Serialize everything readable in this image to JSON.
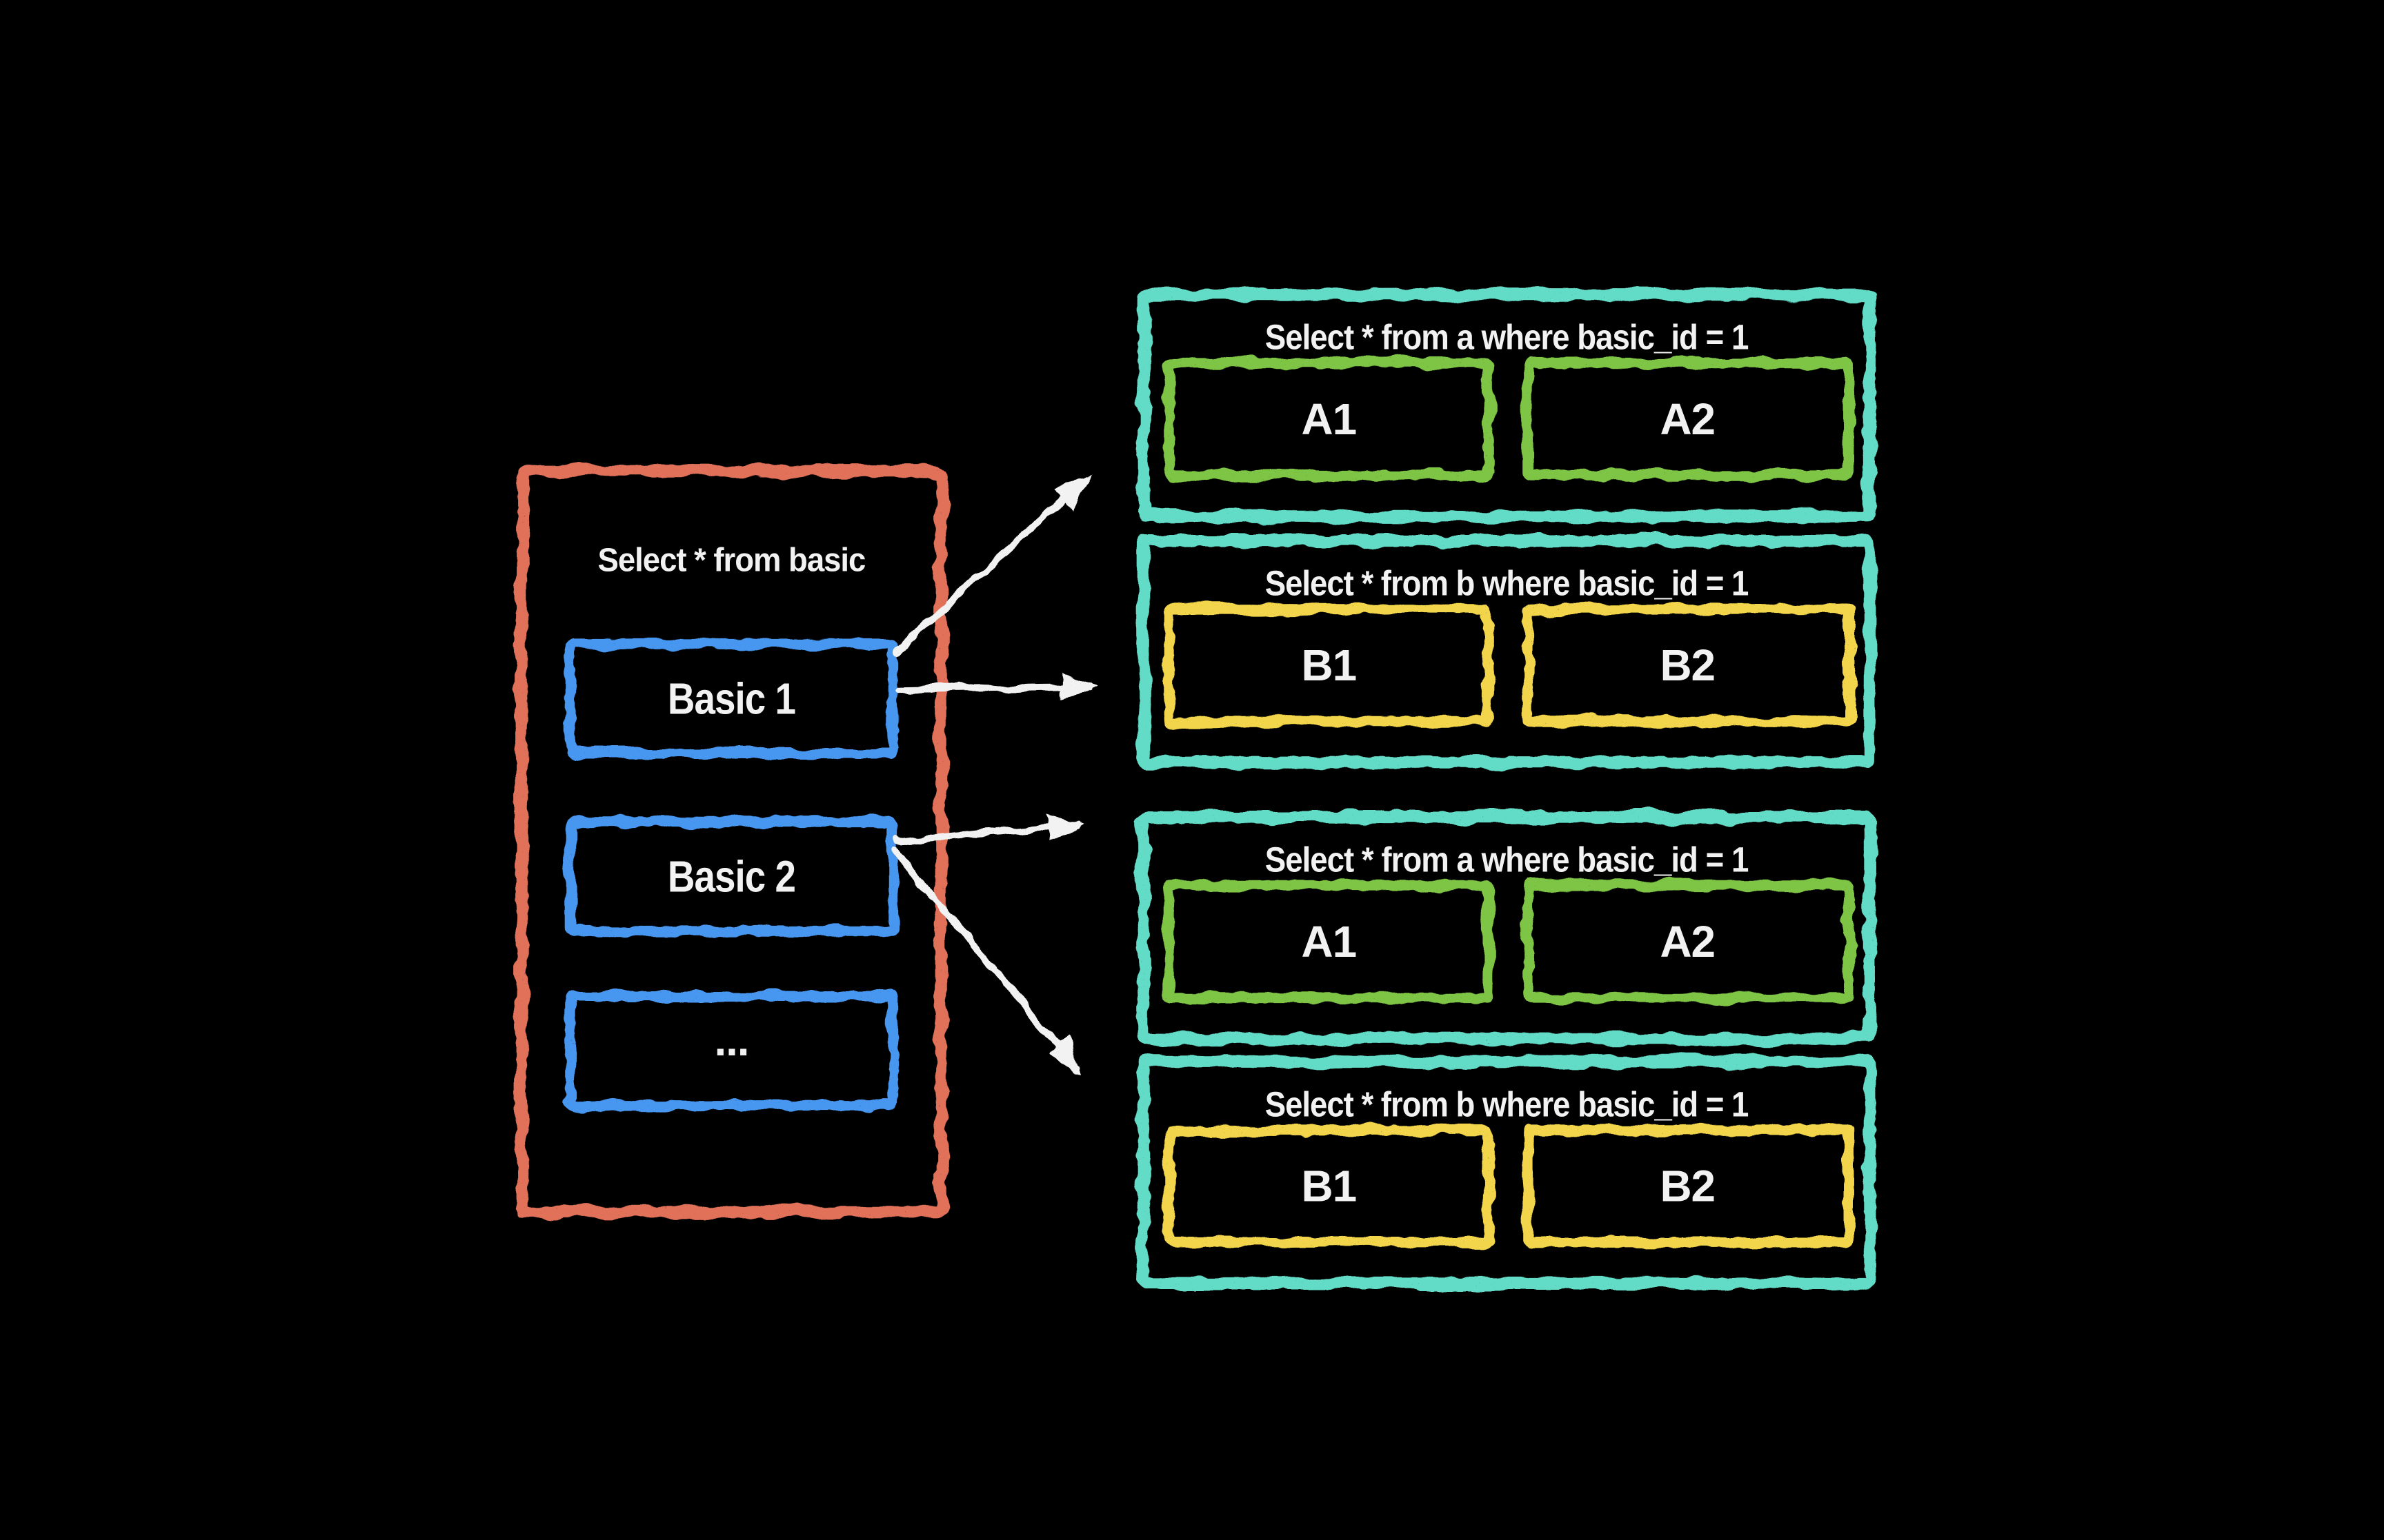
{
  "colors": {
    "background": "#000000",
    "red": "#e2715a",
    "blue": "#4696f0",
    "teal": "#63dcc7",
    "green": "#7ec445",
    "yellow": "#f2d54b",
    "white": "#f2f2f2"
  },
  "source_table": {
    "title": "Select * from basic",
    "rows": [
      {
        "label": "Basic 1"
      },
      {
        "label": "Basic 2"
      },
      {
        "label": "..."
      }
    ]
  },
  "result_sets": [
    {
      "header": "Select * from a where basic_id = 1",
      "cells": [
        "A1",
        "A2"
      ]
    },
    {
      "header": "Select * from b where basic_id = 1",
      "cells": [
        "B1",
        "B2"
      ]
    },
    {
      "header": "Select * from a where basic_id = 1",
      "cells": [
        "A1",
        "A2"
      ]
    },
    {
      "header": "Select * from b where basic_id = 1",
      "cells": [
        "B1",
        "B2"
      ]
    }
  ],
  "links": [
    {
      "from": "Basic 1",
      "to": "Select * from a where basic_id = 1"
    },
    {
      "from": "Basic 1",
      "to": "Select * from b where basic_id = 1"
    },
    {
      "from": "Basic 2",
      "to": "Select * from a where basic_id = 1"
    },
    {
      "from": "Basic 2",
      "to": "Select * from b where basic_id = 1"
    }
  ]
}
